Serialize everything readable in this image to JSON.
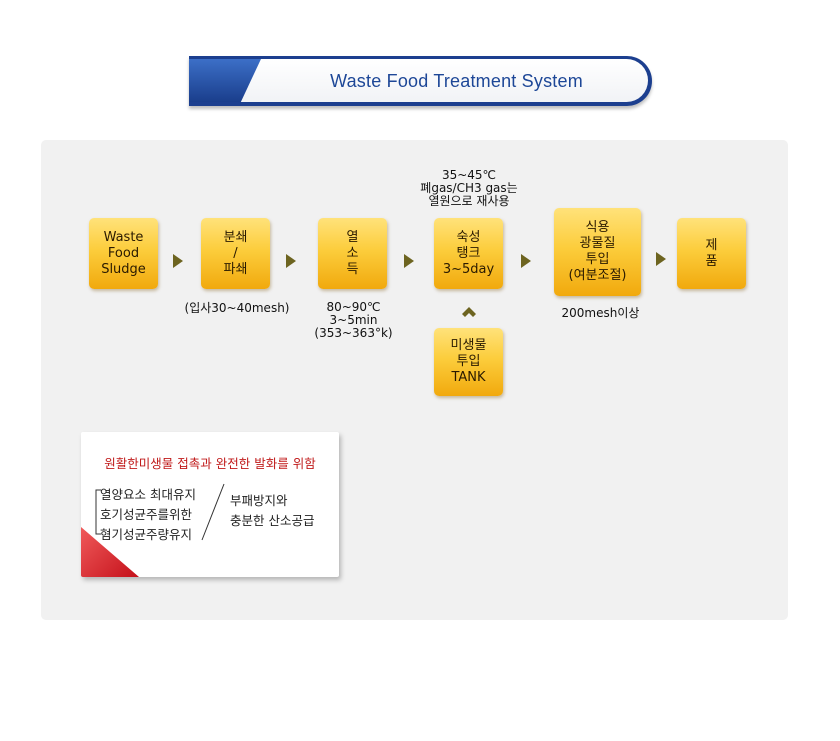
{
  "title": "Waste Food Treatment System",
  "steps": [
    {
      "lines": [
        "Waste",
        "Food",
        "Sludge"
      ]
    },
    {
      "lines": [
        "분쇄",
        "/",
        "파쇄"
      ]
    },
    {
      "lines": [
        "열",
        "소",
        "득"
      ]
    },
    {
      "lines": [
        "숙성",
        "탱크",
        "3~5day"
      ]
    },
    {
      "lines": [
        "식용",
        "광물질",
        "투입",
        "(여분조절)"
      ]
    },
    {
      "lines": [
        "제",
        "품"
      ]
    }
  ],
  "side_input": {
    "lines": [
      "미생물",
      "투입",
      "TANK"
    ]
  },
  "notes": {
    "crush": "(입사30~40mesh)",
    "heat": [
      "80~90℃",
      "3~5min",
      "(353~363°k)"
    ],
    "tank_top": [
      "35~45℃",
      "폐gas/CH3 gas는",
      "열원으로 재사용"
    ],
    "mineral": "200mesh이상"
  },
  "card": {
    "heading": "원활한미생물 접촉과 완전한 발화를 위함",
    "left_items": [
      "열양요소 최대유지",
      "호기성균주를위한",
      "혐기성균주량유지"
    ],
    "right_items": [
      "부패방지와",
      "충분한 산소공급"
    ]
  },
  "colors": {
    "box_top": "#ffe27a",
    "box_bottom": "#f1a90d",
    "arrow": "#6d6420",
    "title_blue": "#1d4797",
    "heading_red": "#c01a1a"
  }
}
